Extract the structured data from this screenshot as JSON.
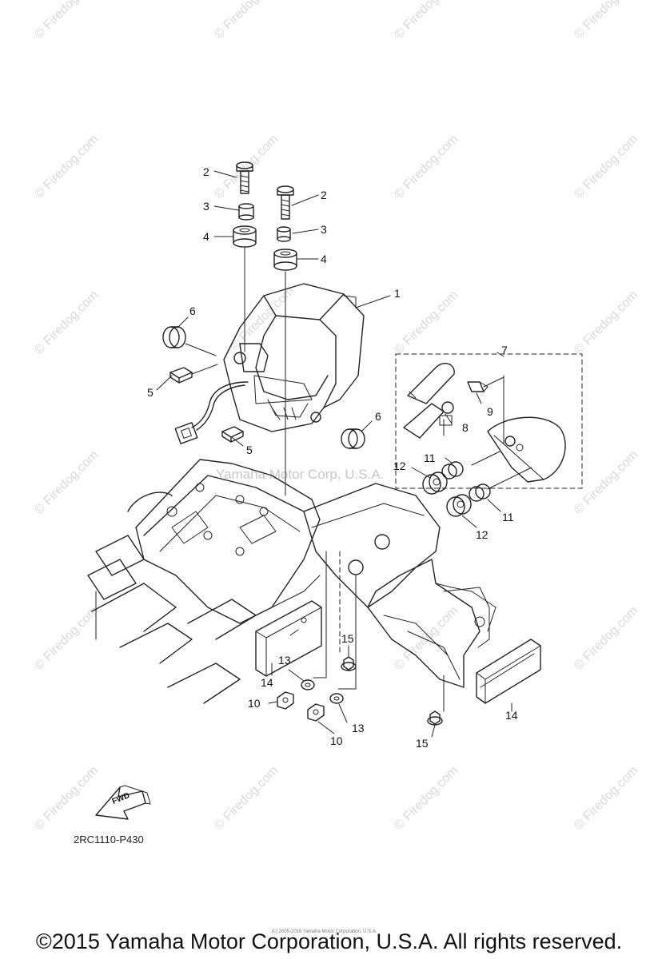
{
  "watermark": {
    "text": "© Firedog.com",
    "center_text": "Yamaha Motor Corp, U.S.A."
  },
  "callouts": {
    "c1": "1",
    "c2a": "2",
    "c2b": "2",
    "c3a": "3",
    "c3b": "3",
    "c4a": "4",
    "c4b": "4",
    "c5a": "5",
    "c5b": "5",
    "c6a": "6",
    "c6b": "6",
    "c7": "7",
    "c8": "8",
    "c9": "9",
    "c10a": "10",
    "c10b": "10",
    "c11a": "11",
    "c11b": "11",
    "c12a": "12",
    "c12b": "12",
    "c13a": "13",
    "c13b": "13",
    "c14a": "14",
    "c14b": "14",
    "c15a": "15",
    "c15b": "15"
  },
  "fwd_label": "FWD",
  "diagram_id": "2RC1110-P430",
  "copyright_small": "(c) 2005-2016 Yamaha Motor Corporation, U.S.A.",
  "copyright": "©2015 Yamaha Motor Corporation, U.S.A. All rights reserved."
}
